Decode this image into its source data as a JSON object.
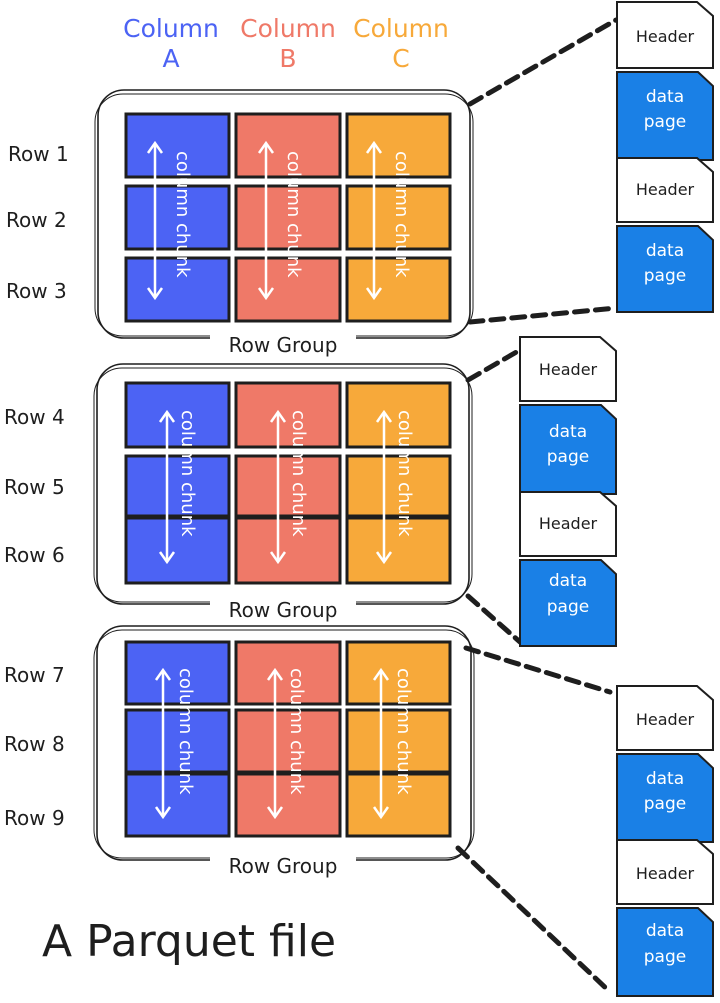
{
  "colors": {
    "col_a": "#4c63f4",
    "col_b": "#ef7968",
    "col_c": "#f7a93a",
    "data_page": "#1a80e6",
    "ink": "#1e1e1e"
  },
  "columns": [
    {
      "line1": "Column",
      "line2": "A",
      "color": "#4c63f4"
    },
    {
      "line1": "Column",
      "line2": "B",
      "color": "#ef7968"
    },
    {
      "line1": "Column",
      "line2": "C",
      "color": "#f7a93a"
    }
  ],
  "rows": [
    "Row 1",
    "Row 2",
    "Row 3",
    "Row 4",
    "Row 5",
    "Row 6",
    "Row 7",
    "Row 8",
    "Row 9"
  ],
  "row_group_label": "Row Group",
  "column_chunk_label": "column chunk",
  "page_header_label": "Header",
  "data_page_label": [
    "data",
    "page"
  ],
  "title": "A Parquet file"
}
